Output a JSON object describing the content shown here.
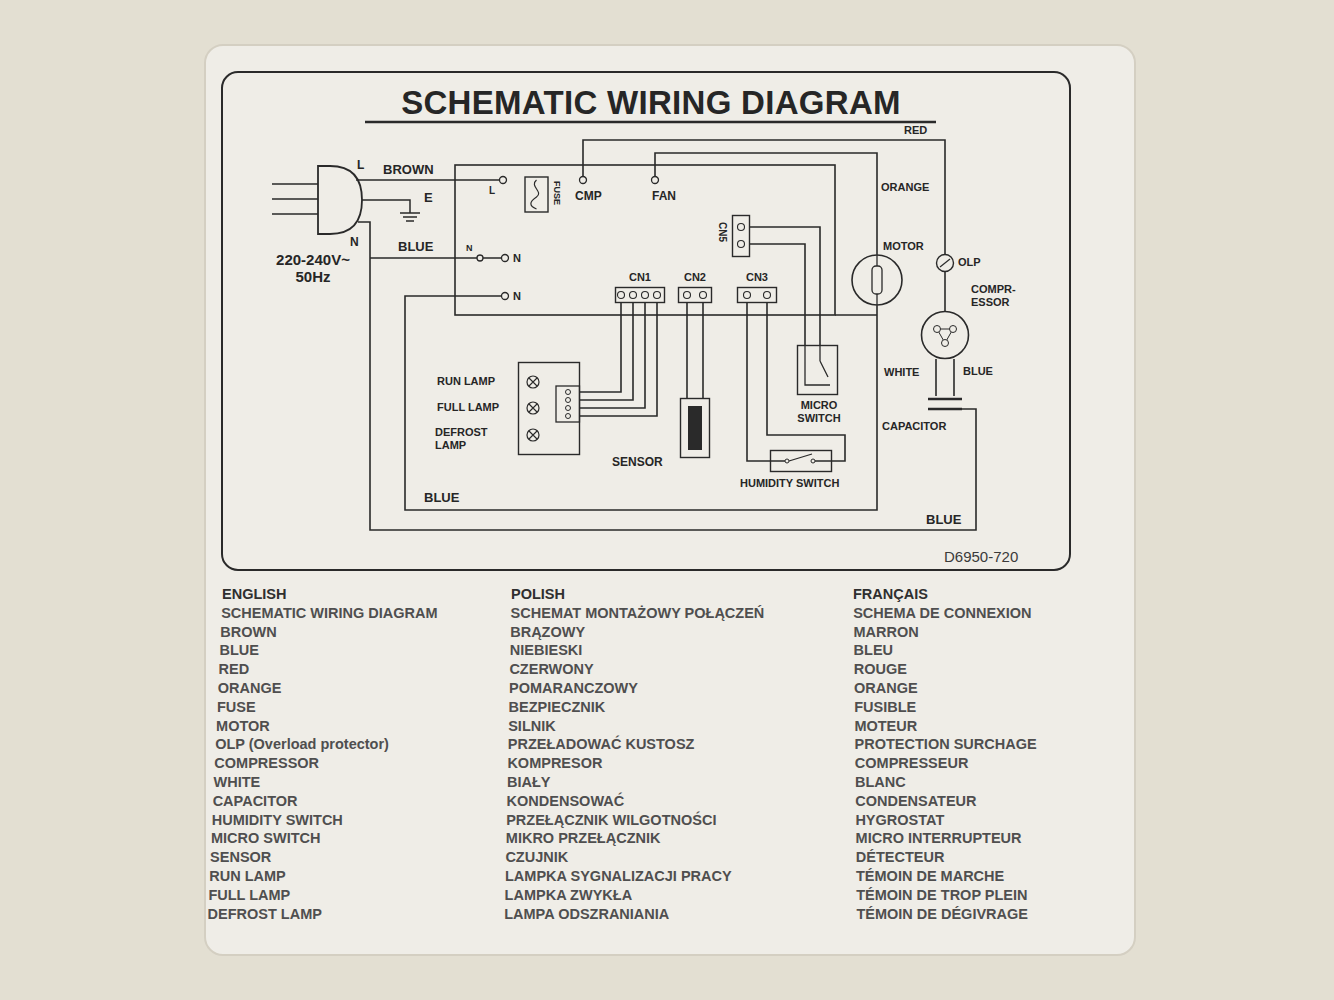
{
  "diagram": {
    "title": "SCHEMATIC WIRING DIAGRAM",
    "nodes": [
      {
        "text": [
          "CN1"
        ]
      },
      {
        "text": [
          "CN2"
        ]
      },
      {
        "text": [
          "CN3"
        ]
      },
      {
        "text": [
          "CN5"
        ]
      },
      {
        "text": [
          "RUN LAMP",
          "FULL LAMP",
          "DEFROST LAMP"
        ]
      },
      {
        "text": [
          "SENSOR"
        ]
      },
      {
        "text": [
          "MICRO SWITCH"
        ]
      },
      {
        "text": [
          "HUMIDITY SWITCH"
        ]
      },
      {
        "text": [
          "MOTOR"
        ]
      },
      {
        "text": [
          "OLP"
        ]
      },
      {
        "text": [
          "COMPR- ESSOR"
        ]
      },
      {
        "text": [
          "CAPACITOR"
        ]
      }
    ],
    "edges": [
      {
        "from": 0,
        "to": 4,
        "arrow": "none"
      },
      {
        "from": 1,
        "to": 5,
        "arrow": "none"
      },
      {
        "from": 2,
        "to": 7,
        "arrow": "none"
      },
      {
        "from": 3,
        "to": 6,
        "arrow": "none"
      },
      {
        "from": 9,
        "to": 10,
        "arrow": "none"
      },
      {
        "from": 10,
        "to": 11,
        "arrow": "none"
      }
    ],
    "labels": [
      "L",
      "BROWN",
      "E",
      "N",
      "220-240V~ 50Hz",
      "BLUE",
      "L",
      "FUSE",
      "CMP",
      "FAN",
      "RED",
      "ORANGE",
      "N",
      "N",
      "N",
      "WHITE",
      "BLUE",
      "BLUE",
      "BLUE",
      "D6950-720",
      "ENGLISH",
      "SCHEMATIC WIRING DIAGRAM",
      "BROWN",
      "BLUE",
      "RED",
      "ORANGE",
      "FUSE",
      "MOTOR",
      "OLP (Overload protector)",
      "COMPRESSOR",
      "WHITE",
      "CAPACITOR",
      "HUMIDITY SWITCH",
      "MICRO SWITCH",
      "SENSOR",
      "RUN LAMP",
      "FULL LAMP",
      "DEFROST LAMP",
      "POLISH",
      "SCHEMAT MONTAŻOWY POŁĄCZEŃ",
      "BRĄZOWY",
      "NIEBIESKI",
      "CZERWONY",
      "POMARANCZOWY",
      "BEZPIECZNIK",
      "SILNIK",
      "PRZEŁADOWAĆ KUSTOSZ",
      "KOMPRESOR",
      "BIAŁY",
      "KONDENSOWAĆ",
      "PRZEŁĄCZNIK WILGOTNOŚCI",
      "MIKRO PRZEŁĄCZNIK",
      "CZUJNIK",
      "LAMPKA SYGNALIZACJI PRACY",
      "LAMPKA ZWYKŁA",
      "LAMPA ODSZRANIANIA",
      "FRANÇAIS",
      "SCHEMA DE CONNEXION",
      "MARRON",
      "BLEU",
      "ROUGE",
      "ORANGE",
      "FUSIBLE",
      "MOTEUR",
      "PROTECTION SURCHAGE",
      "COMPRESSEUR",
      "BLANC",
      "CONDENSATEUR",
      "HYGROSTAT",
      "MICRO INTERRUPTEUR",
      "DÉTECTEUR",
      "TÉMOIN DE MARCHE",
      "TÉMOIN DE TROP PLEIN",
      "TÉMOIN DE DÉGIVRAGE"
    ]
  }
}
